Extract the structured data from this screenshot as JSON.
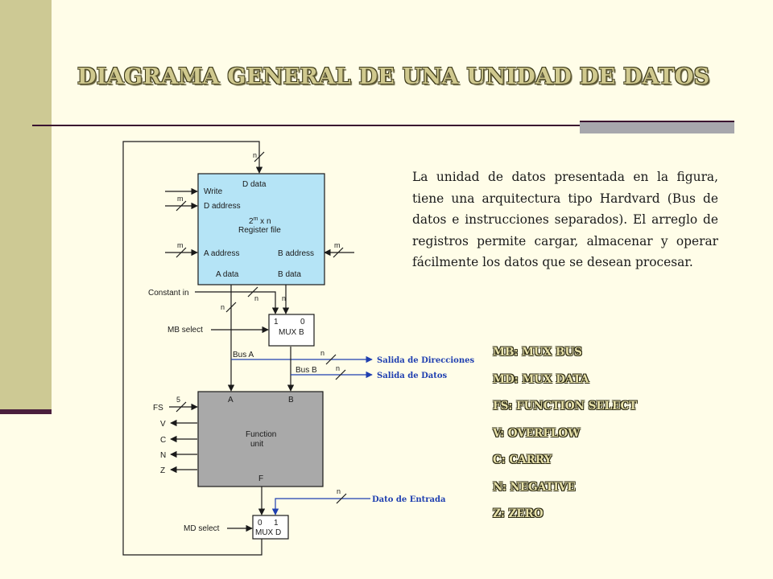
{
  "title": "DIAGRAMA GENERAL DE UNA UNIDAD DE DATOS",
  "description": "La unidad de datos presentada en la figura, tiene una arquitectura tipo Hardvard (Bus de datos e instrucciones separados). El arreglo de registros permite cargar, almacenar y operar fácilmente los datos que se desean procesar.",
  "legend": [
    "MB: MUX BUS",
    "MD: MUX DATA",
    "FS: FUNCTION SELECT",
    "V: OVERFLOW",
    "C: CARRY",
    "N: NEGATIVE",
    "Z: ZERO"
  ],
  "diagram": {
    "register_file": {
      "d_data": "D data",
      "write": "Write",
      "d_address": "D address",
      "size_base": "2",
      "size_exp": "m",
      "size_rest": " x n",
      "name": "Register file",
      "a_address": "A address",
      "b_address": "B address",
      "a_data": "A data",
      "b_data": "B data"
    },
    "mux_b": {
      "in1": "1",
      "in0": "0",
      "name": "MUX B"
    },
    "function_unit": {
      "a": "A",
      "b": "B",
      "line1": "Function",
      "line2": "unit",
      "f": "F"
    },
    "mux_d": {
      "in0": "0",
      "in1": "1",
      "name": "MUX D"
    },
    "signals": {
      "constant_in": "Constant in",
      "mb_select": "MB select",
      "bus_a": "Bus A",
      "bus_b": "Bus B",
      "fs": "FS",
      "fs_width": "5",
      "v": "V",
      "c": "C",
      "n": "N",
      "z": "Z",
      "md_select": "MD select",
      "bus_width_n": "n",
      "addr_width_m": "m"
    },
    "outputs": {
      "address_out": "Salida de Direcciones",
      "data_out": "Salida de Datos",
      "data_in": "Dato de Entrada"
    }
  },
  "colors": {
    "register_file_fill": "#b5e4f6",
    "function_unit_fill": "#a9a9a9",
    "output_label": "#1f3fb0",
    "title_text": "#d0c98e",
    "side_band": "#cdc994"
  }
}
